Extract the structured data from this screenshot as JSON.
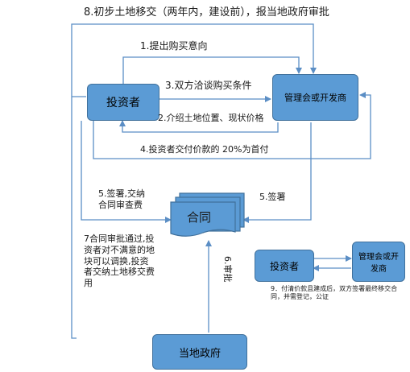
{
  "title": "8.初步土地移交（两年内，建设前），报当地政府审批",
  "nodes": {
    "investor": "投资者",
    "developer": "管理会或开发商",
    "contract": "合同",
    "gov": "当地政府",
    "investor2": "投资者",
    "developer2": "管理会或开发商"
  },
  "steps": {
    "s1": "1.提出购买意向",
    "s2": "2.介绍土地位置、现状价格",
    "s3": "3.双方洽谈购买条件",
    "s4": "4.投资者交付价款的 20%为首付",
    "s5a": "5.签署,交纳合同审查费",
    "s5b": "5.签署",
    "s6": "6.审批",
    "s7": "7合同审批通过,投资者对不满意的地块可以调换,投资者交纳土地移交费用",
    "s9": "9．付清价款且建成后，双方签署最终移交合同，并需登记，公证"
  }
}
